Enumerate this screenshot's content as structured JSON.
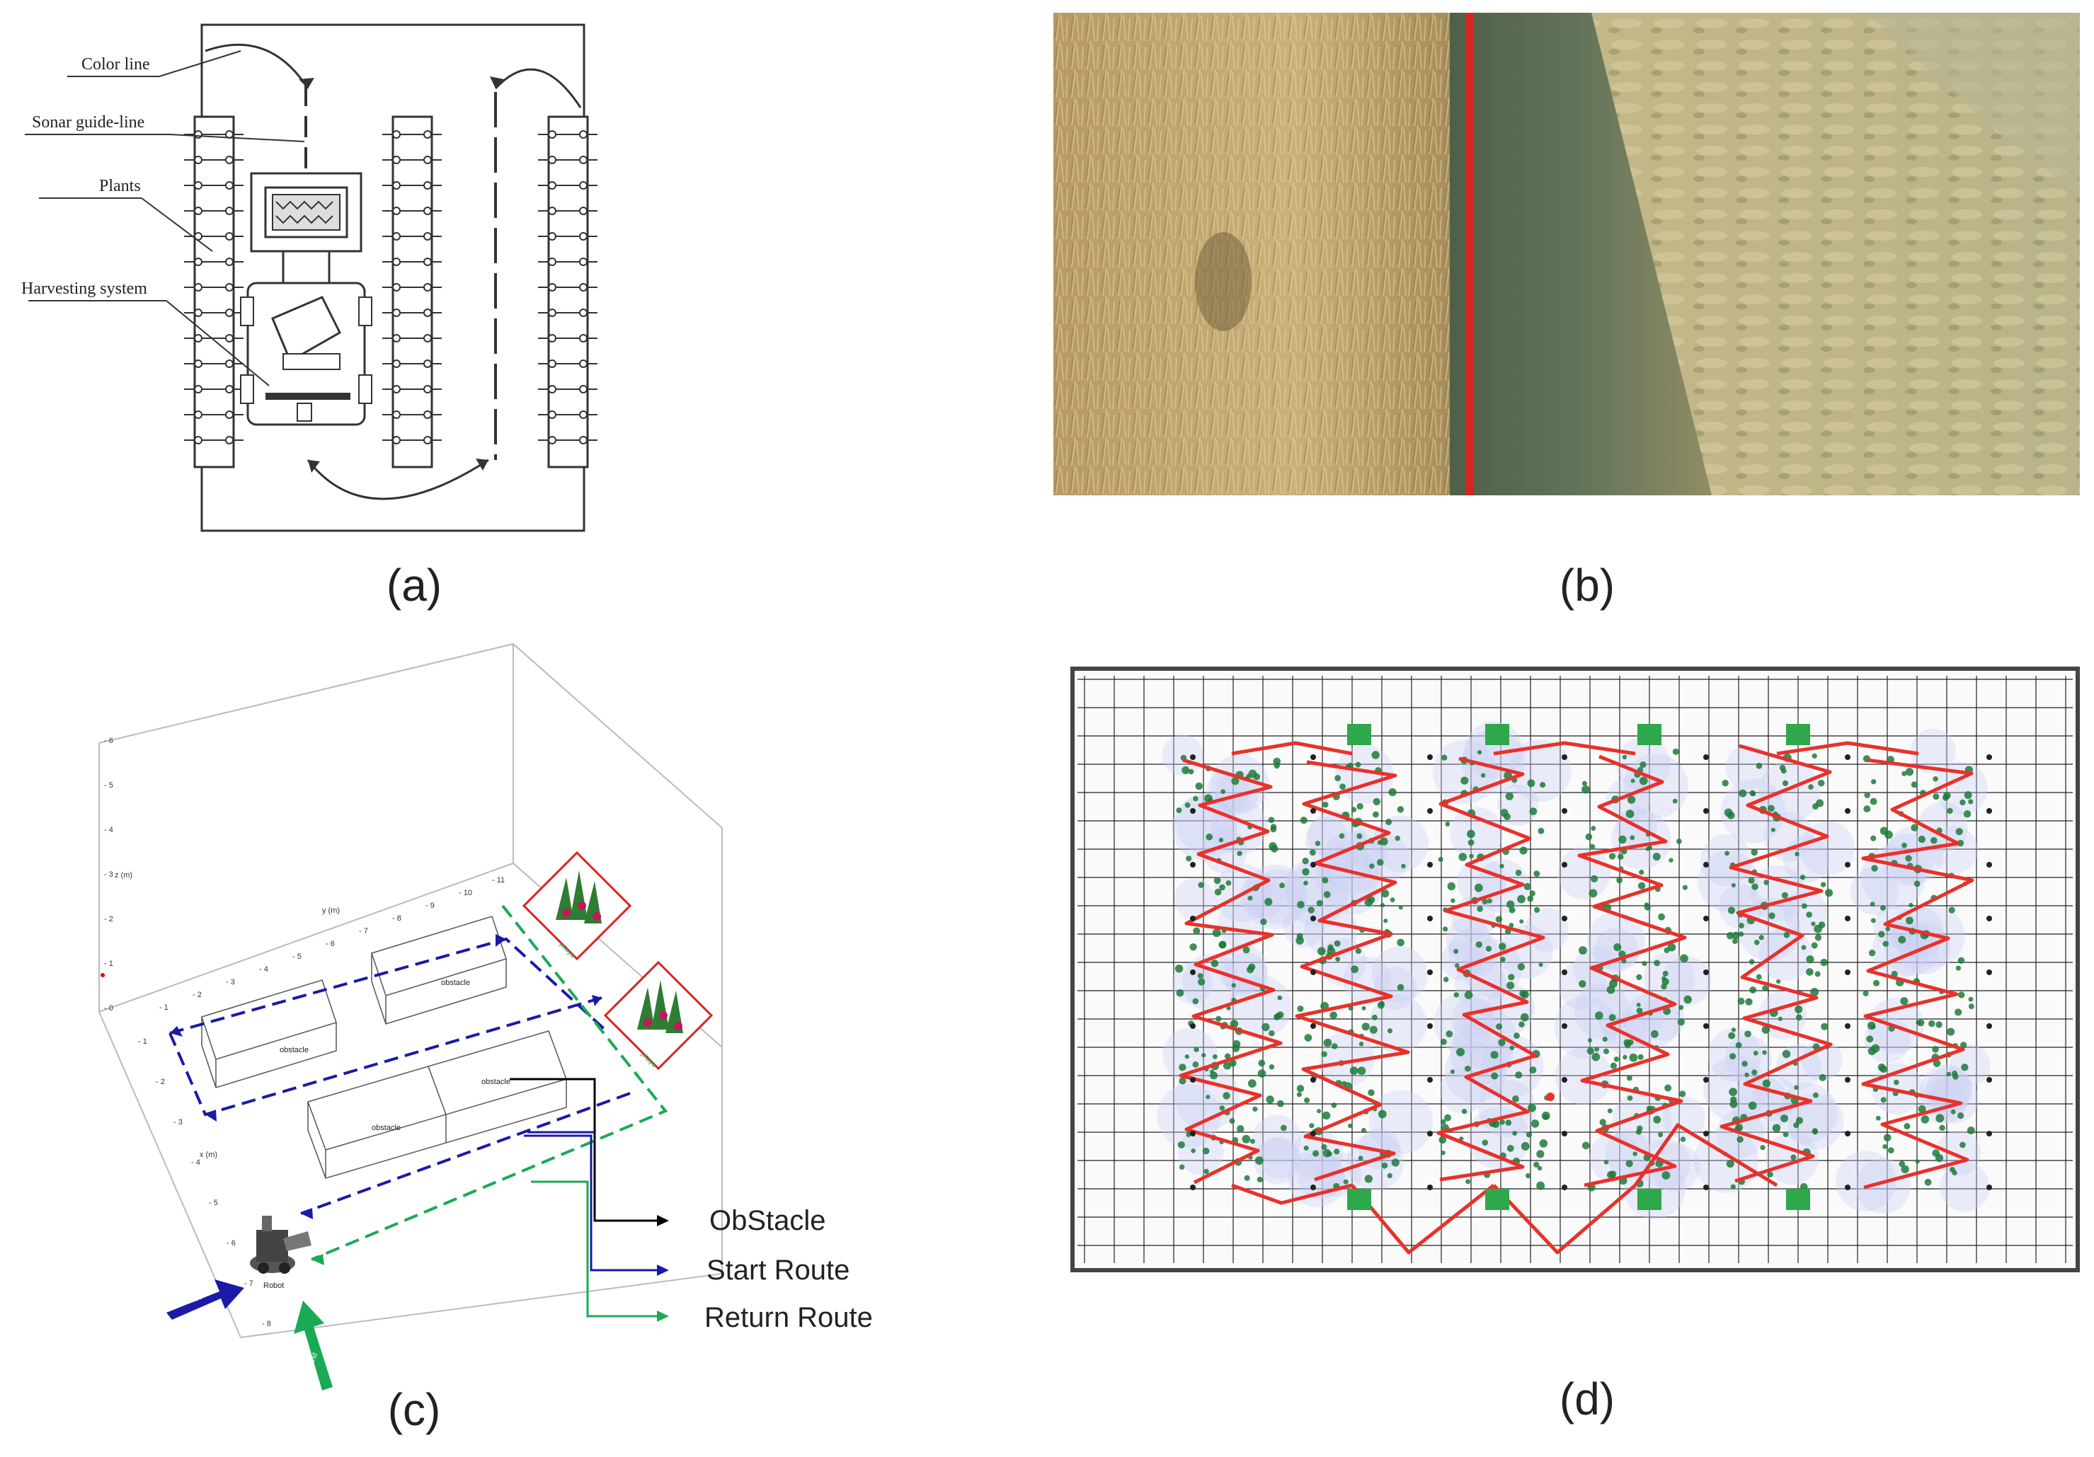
{
  "panels": {
    "a": {
      "label": "(a)",
      "callouts": {
        "color_line": "Color line",
        "sonar_guide_line": "Sonar guide-line",
        "plants": "Plants",
        "harvesting_system": "Harvesting system"
      }
    },
    "b": {
      "label": "(b)"
    },
    "c": {
      "label": "(c)",
      "axis_titles": {
        "z": "z (m)",
        "y": "y (m)",
        "x": "x (m)"
      },
      "z_ticks": [
        "0",
        "1",
        "2",
        "3",
        "4",
        "5",
        "6"
      ],
      "y_ticks": [
        "1",
        "2",
        "3",
        "4",
        "5",
        "6",
        "7",
        "8",
        "9",
        "10",
        "11"
      ],
      "x_ticks": [
        "1",
        "2",
        "3",
        "4",
        "5",
        "6",
        "7",
        "8"
      ],
      "obstacle_label": "obstacle",
      "plant_label": "pitaya",
      "robot_label": "Robot",
      "start_arrow_label": "Start",
      "end_arrow_label": "End",
      "legend": {
        "obstacle": "ObStacle",
        "start_route": "Start Route",
        "return_route": "Return Route"
      },
      "colors": {
        "obstacle": "#000000",
        "start_route": "#1a1aa6",
        "return_route": "#1aaa55"
      }
    },
    "d": {
      "label": "(d)",
      "colors": {
        "path": "#e8312b",
        "points": "#1f7a3a",
        "markers": "#2ea84a"
      }
    }
  }
}
